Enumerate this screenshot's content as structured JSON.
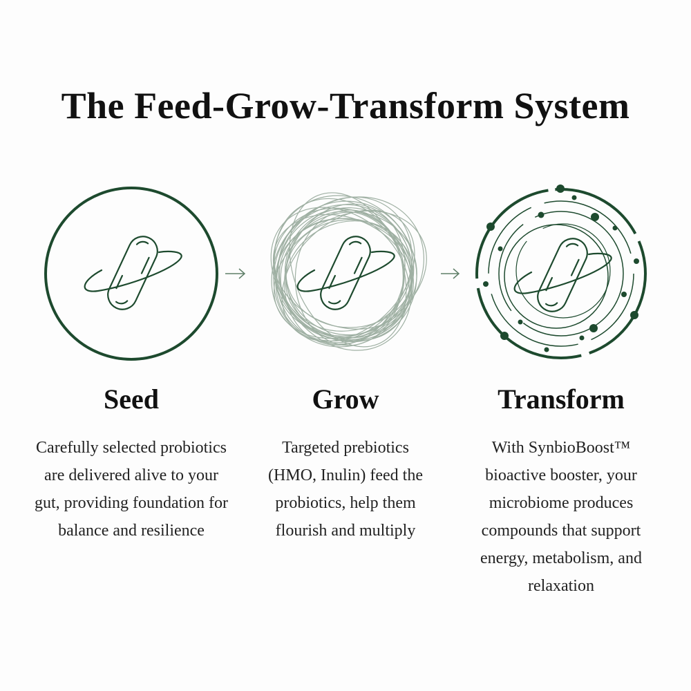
{
  "title": "The Feed-Grow-Transform System",
  "colors": {
    "accent": "#1d4a2e",
    "swirl": "#9fb0a3",
    "arrow": "#5f7f68"
  },
  "steps": [
    {
      "icon": "capsule-in-circle-icon",
      "heading": "Seed",
      "text": "Carefully selected probiotics are delivered alive to your gut, providing foundation for balance and resilience"
    },
    {
      "icon": "capsule-in-swirl-icon",
      "heading": "Grow",
      "text": "Targeted prebiotics (HMO, Inulin) feed the probiotics, help them flourish and multiply"
    },
    {
      "icon": "capsule-in-orbits-icon",
      "heading": "Transform",
      "text": "With SynbioBoost™ bioactive booster, your microbiome produces compounds that support energy, metabolism, and relaxation"
    }
  ]
}
